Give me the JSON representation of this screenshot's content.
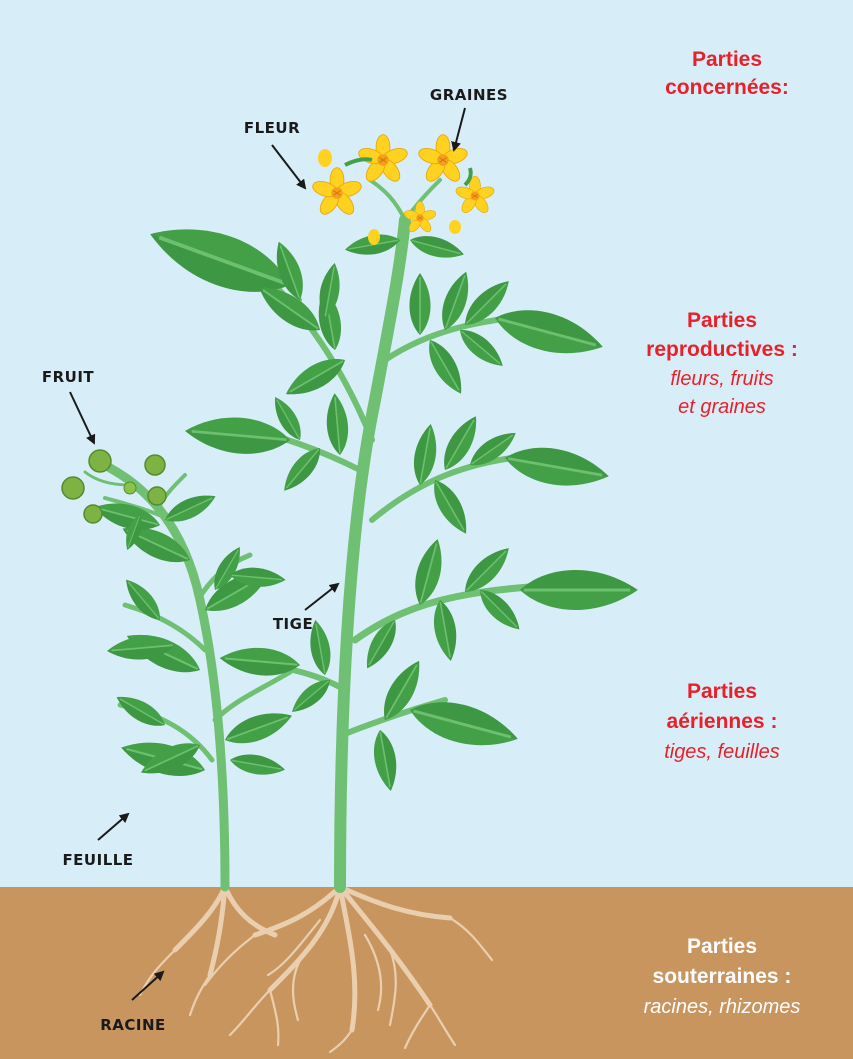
{
  "colors": {
    "sky": "#d7eef9",
    "soil": "#c8955f",
    "leaf": "#43a047",
    "leaf_dark": "#2e7d32",
    "leaf_vein": "#6cc06f",
    "stem": "#6fc073",
    "flower": "#ffd21f",
    "flower_center": "#f3a01e",
    "fruit": "#7cb342",
    "root": "#e9cfb0",
    "section_red": "#e8202a",
    "section_white": "#ffffff",
    "label": "#1a1a1a"
  },
  "labels": {
    "graines": "GRAINES",
    "fleur": "FLEUR",
    "fruit": "FRUIT",
    "tige": "TIGE",
    "feuille": "FEUILLE",
    "racine": "RACINE"
  },
  "sections": {
    "concernees": {
      "line1": "Parties",
      "line2": "concernées:"
    },
    "reproductives": {
      "line1": "Parties",
      "line2": "reproductives :",
      "sub1": "fleurs, fruits",
      "sub2": "et graines"
    },
    "aeriennes": {
      "line1": "Parties",
      "line2": "aériennes :",
      "sub1": "tiges, feuilles"
    },
    "souterraines": {
      "line1": "Parties",
      "line2": "souterraines :",
      "sub1": "racines, rhizomes"
    }
  },
  "icons": {
    "flower": "flower-icon",
    "fruit": "fruit-icon",
    "leaf": "leaf-icon",
    "root": "root-icon"
  }
}
